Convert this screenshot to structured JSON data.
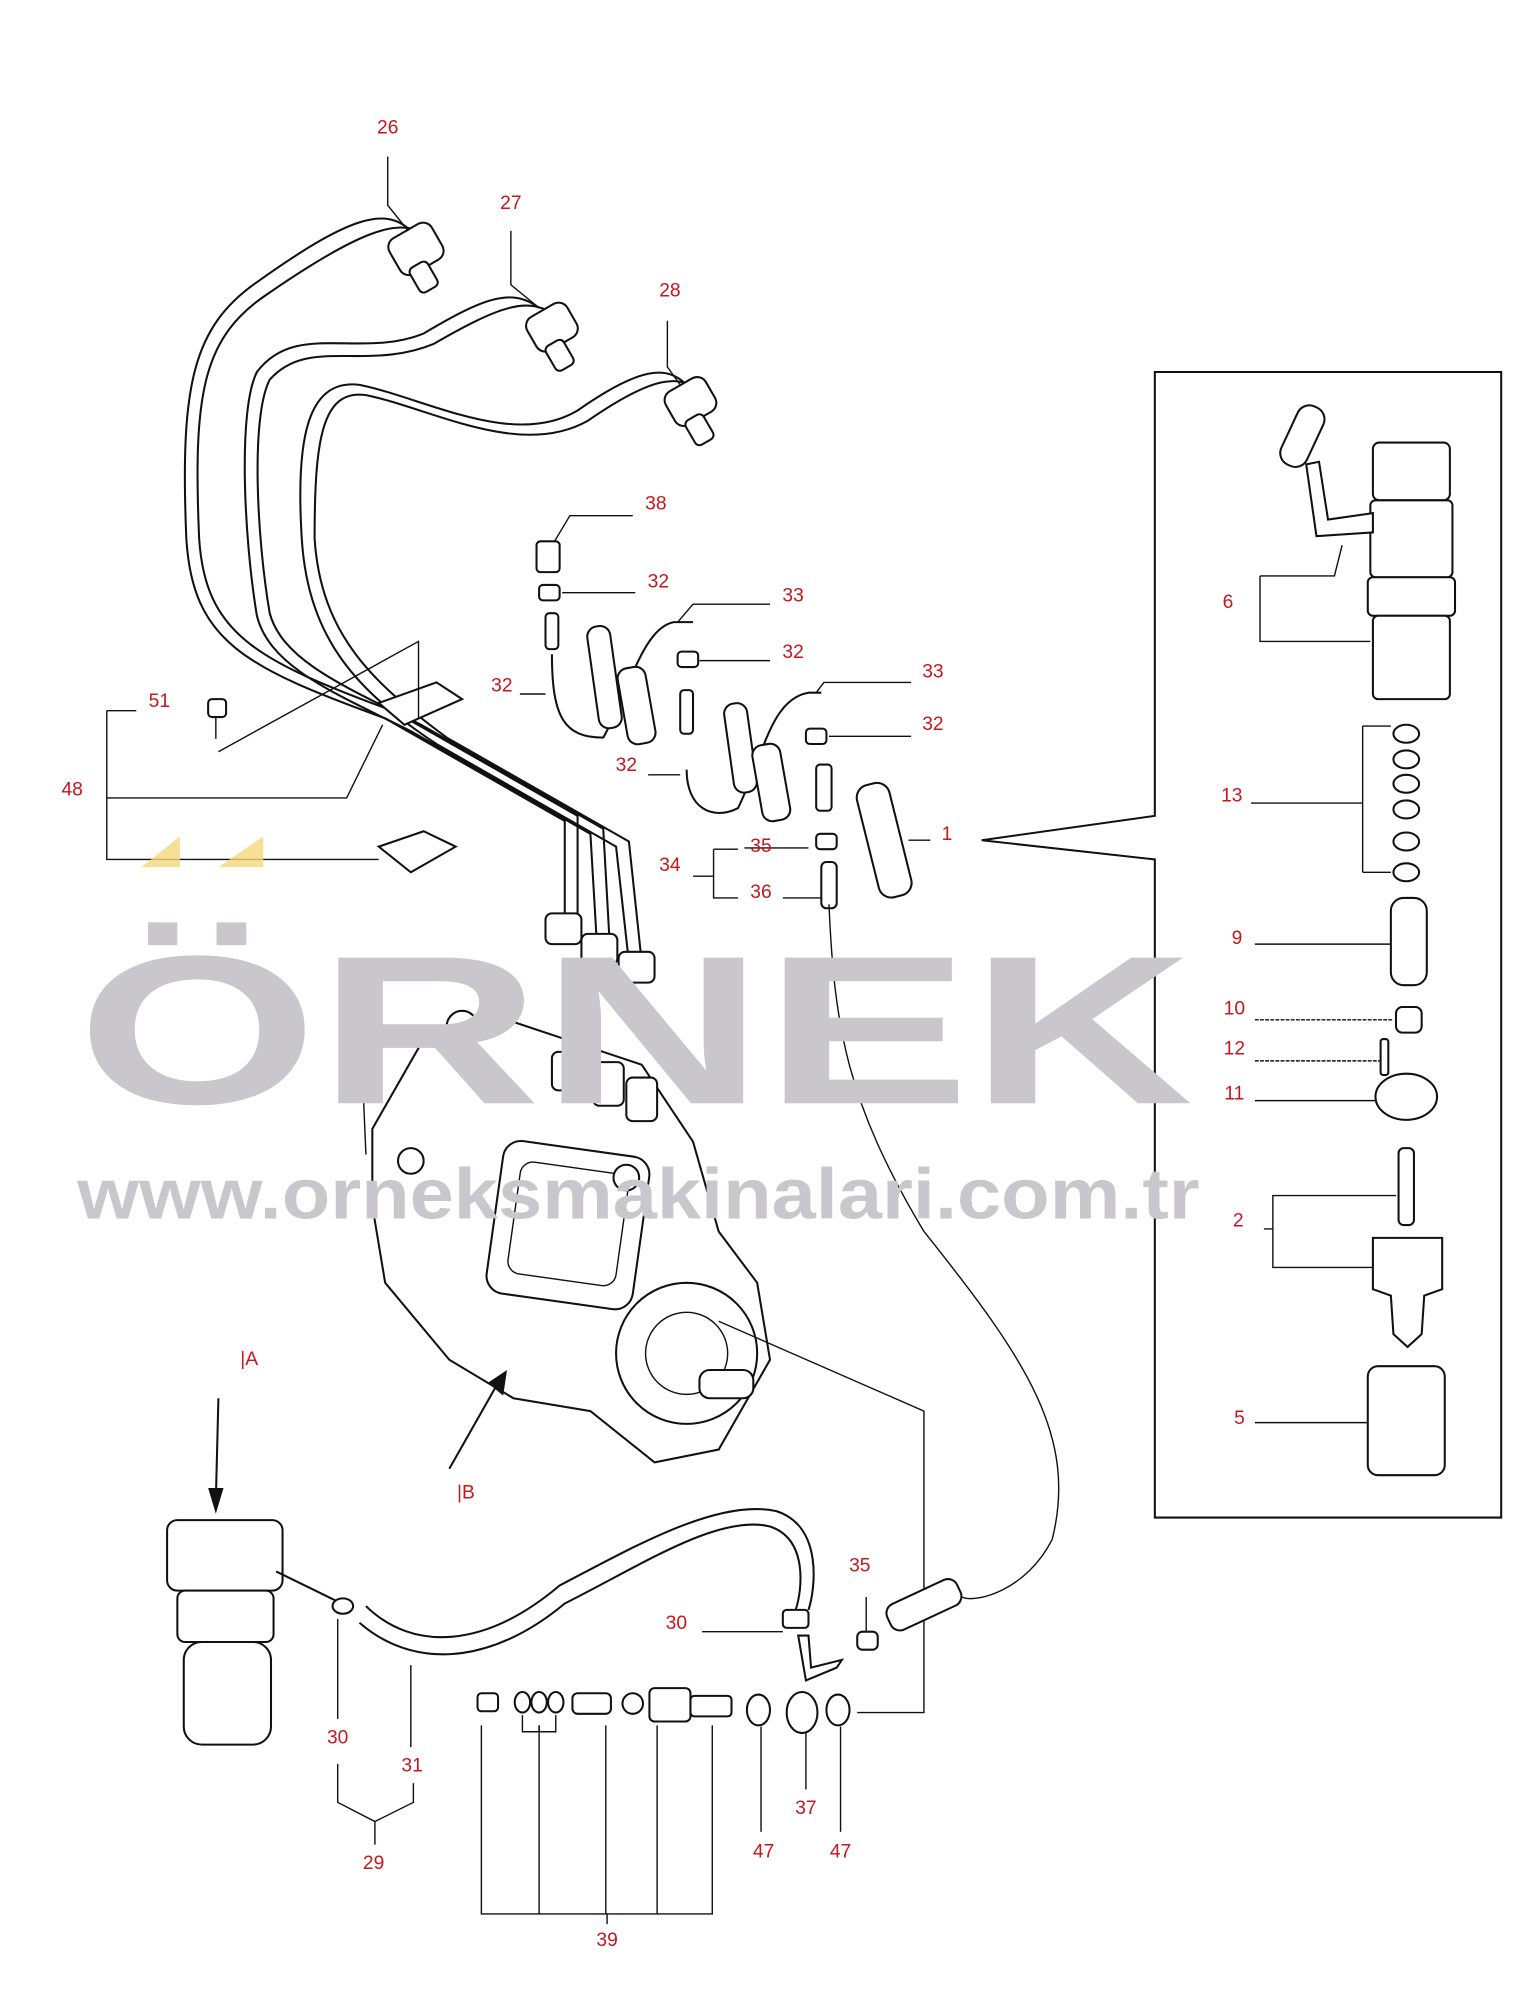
{
  "diagram": {
    "callouts": [
      {
        "label": "26"
      },
      {
        "label": "27"
      },
      {
        "label": "28"
      },
      {
        "label": "38"
      },
      {
        "label": "32"
      },
      {
        "label": "33"
      },
      {
        "label": "32"
      },
      {
        "label": "32"
      },
      {
        "label": "33"
      },
      {
        "label": "32"
      },
      {
        "label": "32"
      },
      {
        "label": "51"
      },
      {
        "label": "48"
      },
      {
        "label": "35"
      },
      {
        "label": "1"
      },
      {
        "label": "34"
      },
      {
        "label": "36"
      },
      {
        "label": "6"
      },
      {
        "label": "13"
      },
      {
        "label": "9"
      },
      {
        "label": "10"
      },
      {
        "label": "12"
      },
      {
        "label": "11"
      },
      {
        "label": "2"
      },
      {
        "label": "5"
      },
      {
        "label": "|A"
      },
      {
        "label": "|B"
      },
      {
        "label": "35"
      },
      {
        "label": "30"
      },
      {
        "label": "30"
      },
      {
        "label": "31"
      },
      {
        "label": "29"
      },
      {
        "label": "37"
      },
      {
        "label": "47"
      },
      {
        "label": "47"
      },
      {
        "label": "39"
      }
    ],
    "label_color": "#c8161d"
  },
  "watermark": {
    "brand": "ÖRNEK",
    "url": "www.orneksmakinalari.com.tr",
    "color": "#c9c6cc",
    "accent": "#f5d77a"
  }
}
